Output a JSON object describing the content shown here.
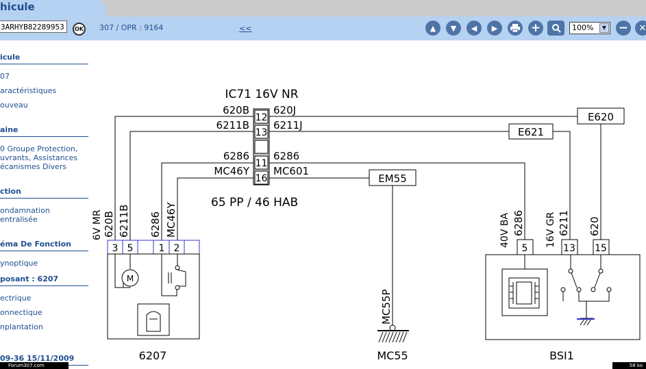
{
  "header": {
    "tab_title": "hicule"
  },
  "toolbar": {
    "vin_value": "3ARHYB82289953",
    "ok_label": "OK",
    "vehicle_ref": "307  /  OPR : 9164",
    "back_link": "<<",
    "zoom_value": "100%",
    "icons": [
      "arrow-up-icon",
      "arrow-down-icon",
      "arrow-left-icon",
      "arrow-right-icon",
      "print-icon",
      "plus-icon",
      "magnifier-icon",
      "minus-icon",
      "close-icon"
    ]
  },
  "sidebar": {
    "sections": [
      {
        "title": "icule",
        "items": [
          "07",
          "aractéristiques",
          "ouveau"
        ]
      },
      {
        "title": "aine",
        "items": [
          "0 Groupe Protection,\nuvrants, Assistances\nécanismes Divers"
        ]
      },
      {
        "title": "ction",
        "items": [
          "ondamnation\nentralisée"
        ]
      },
      {
        "title": "éma De Fonction",
        "items": [
          "ynoptique"
        ]
      },
      {
        "title": "posant : 6207",
        "items": [
          "ectrique",
          "onnectique",
          "nplantation"
        ]
      },
      {
        "title": "09-36 15/11/2009",
        "items": []
      }
    ]
  },
  "diagram": {
    "title": "IC71 16V NR",
    "note": "65 PP / 46 HAB",
    "connector_pins": [
      "12",
      "13",
      "",
      "11",
      "16"
    ],
    "left_labels": [
      "620B",
      "6211B",
      "6286",
      "MC46Y"
    ],
    "right_labels": [
      "620J",
      "6211J",
      "6286",
      "MC601"
    ],
    "boxes": {
      "e620": "E620",
      "e621": "E621",
      "em55": "EM55"
    },
    "comp6207": {
      "name": "6207",
      "connector": "6V MR",
      "pins": [
        "3",
        "5",
        "",
        "1",
        "2"
      ],
      "wires": [
        "620B",
        "6211B",
        "6286",
        "MC46Y"
      ],
      "motor_label": "M"
    },
    "mc55": {
      "name": "MC55",
      "wire": "MC55P"
    },
    "bsi": {
      "name": "BSI1",
      "connectors": [
        "40V BA",
        "16V GR"
      ],
      "wires": [
        "6286",
        "6211",
        "620"
      ],
      "pins": [
        "5",
        "13",
        "15"
      ]
    }
  },
  "footer": {
    "forum": "Forum307.com",
    "size": "58 ko"
  }
}
